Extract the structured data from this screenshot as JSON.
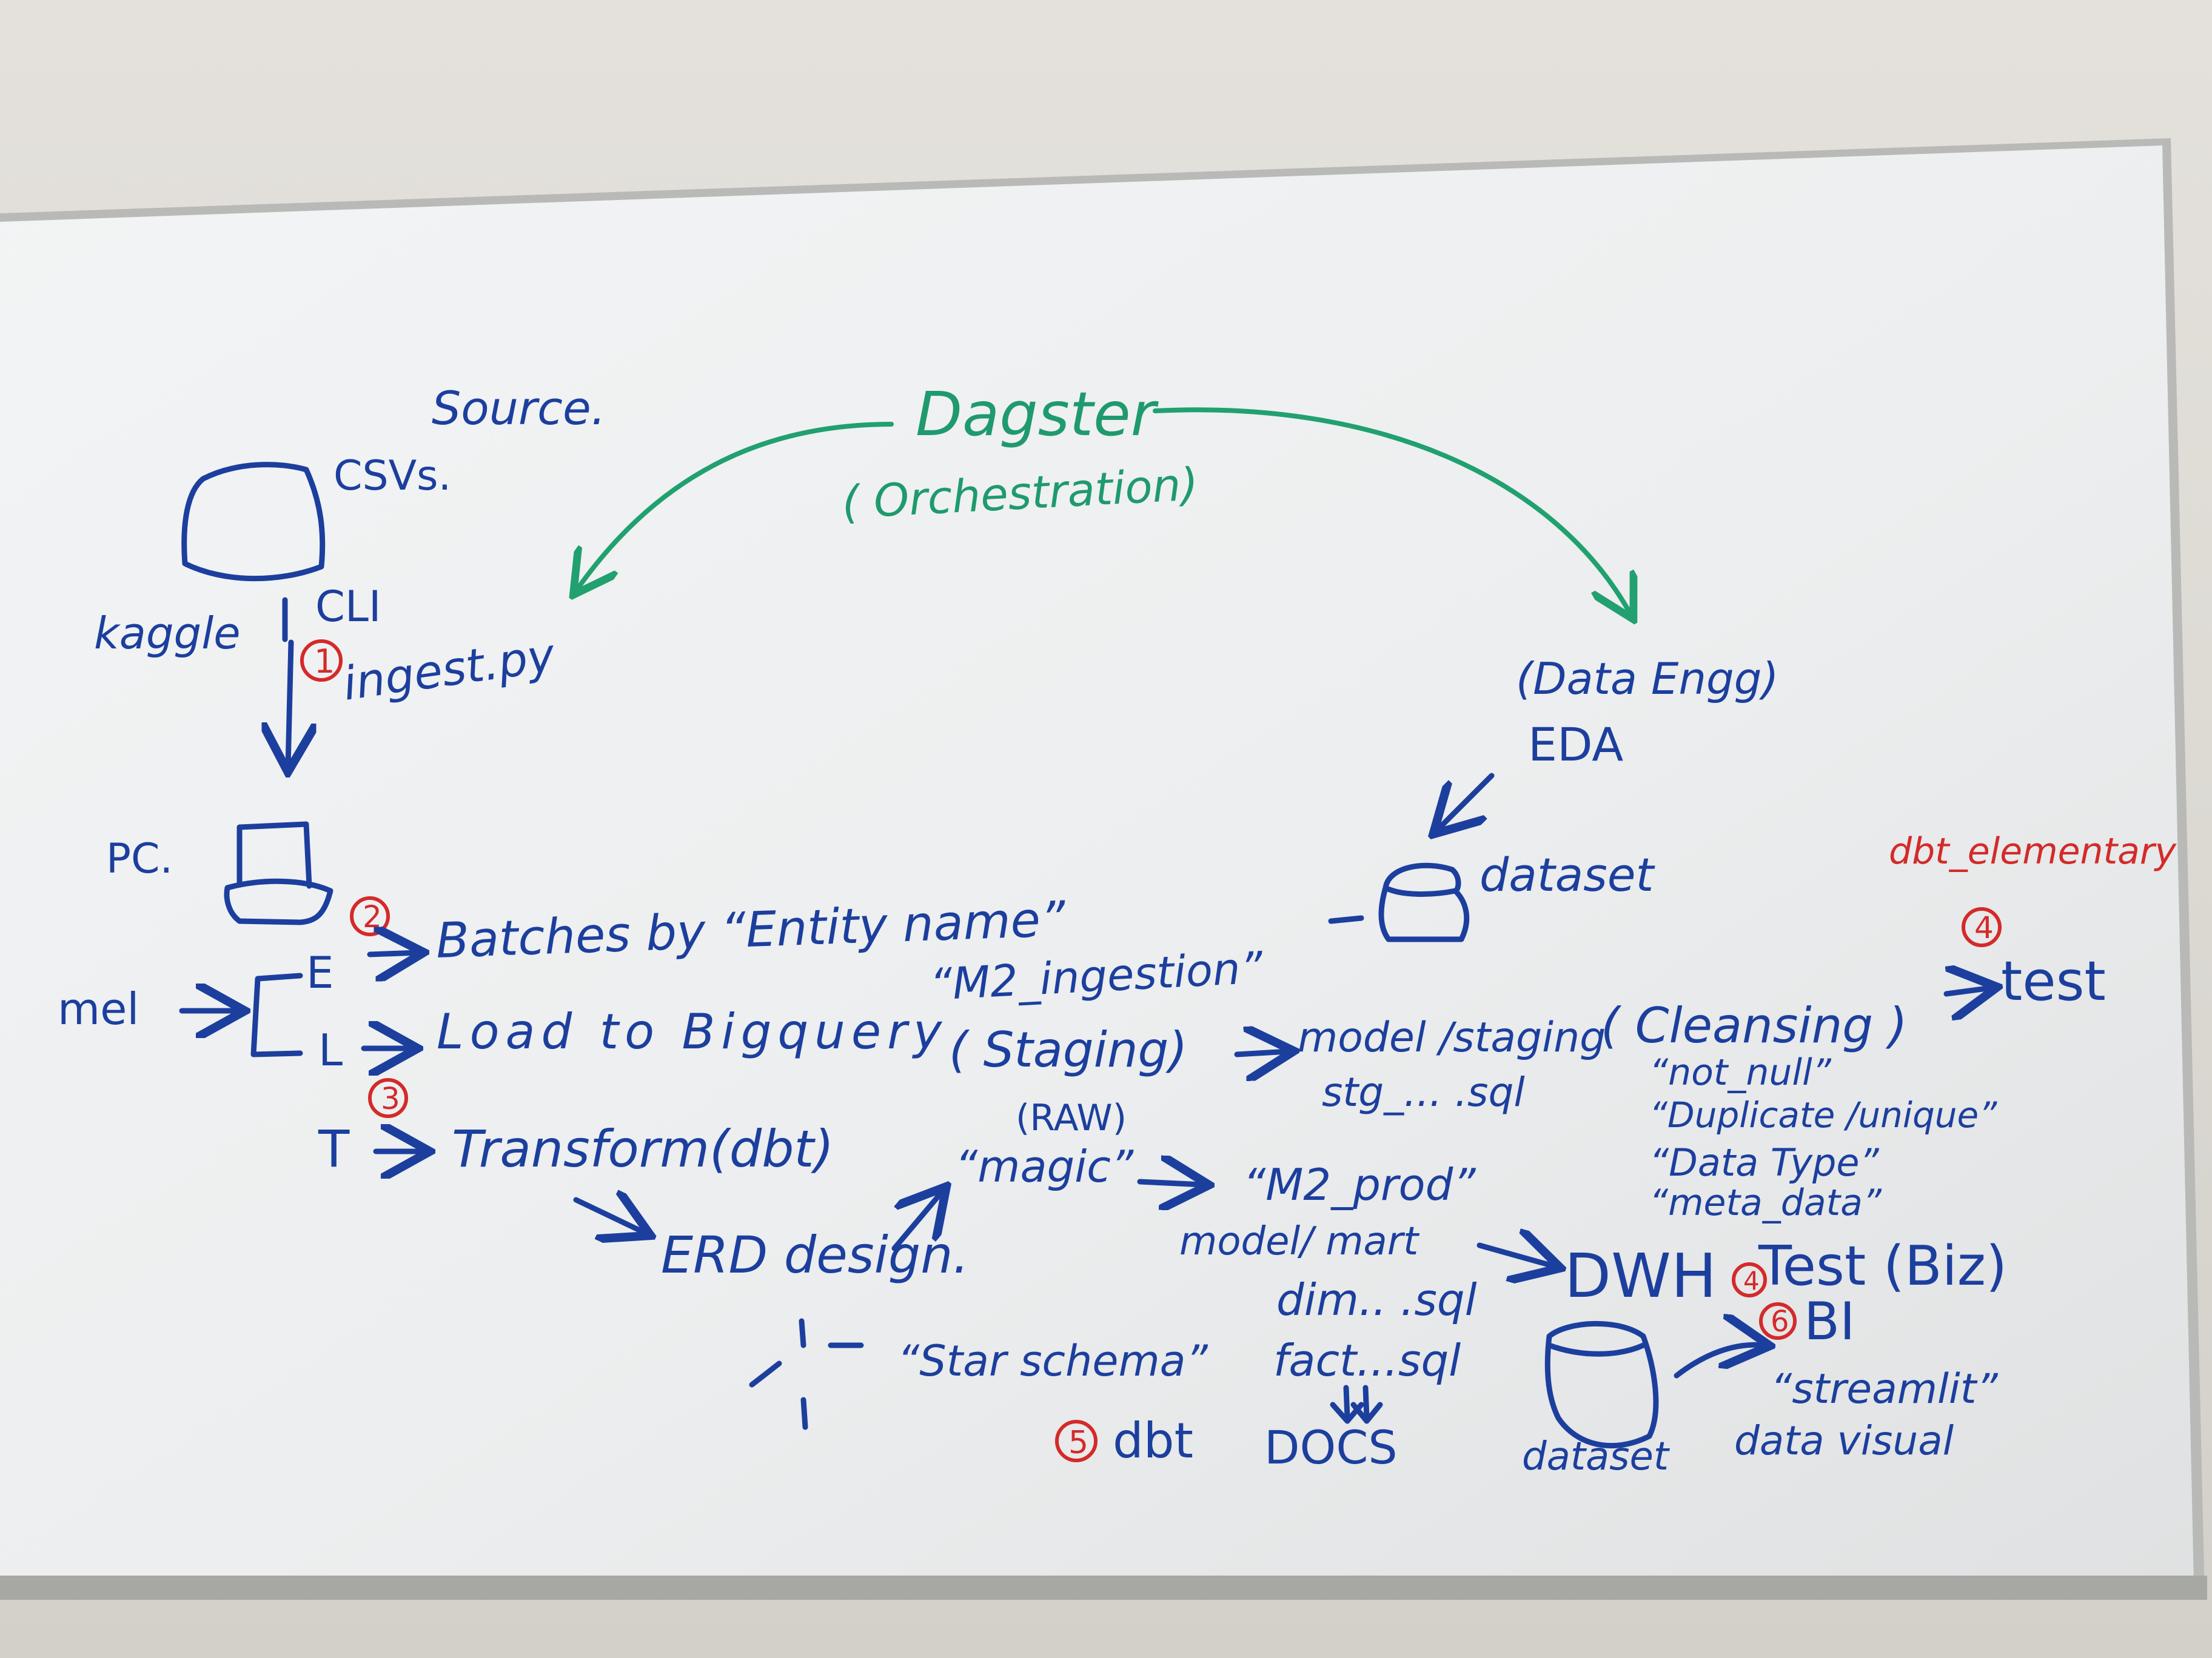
{
  "whiteboard": {
    "orchestration": {
      "title": "Dagster",
      "subtitle": "( Orchestration)"
    },
    "source": {
      "label": "Source.",
      "csvs": "CSVs.",
      "kaggle": "kaggle",
      "cli": "CLI",
      "ingest": "ingest.py",
      "step": "1"
    },
    "pc": {
      "label": "PC."
    },
    "elt": {
      "mel": "mel",
      "e": "E",
      "e_text": "Batches by “Entity name”",
      "l": "L",
      "l_text": "Load to Bigquery",
      "t": "T",
      "t_text": "Transform(dbt)",
      "step_e": "2",
      "step_t": "3"
    },
    "erd": {
      "label": "ERD design.",
      "star": "“Star schema”"
    },
    "staging": {
      "ingestion": "“M2_ingestion”",
      "staging": "( Staging)",
      "raw": "(RAW)",
      "model": "model /staging",
      "stg": "stg_... .sql",
      "magic": "“magic”",
      "prod": "“M2_prod”",
      "mart": "model/ mart",
      "dim": "dim.. .sql",
      "fact": "fact...sql"
    },
    "eda": {
      "dataeng": "(Data Engg)",
      "eda": "EDA",
      "dataset": "dataset"
    },
    "cleansing": {
      "label": "( Cleansing )",
      "items": [
        "“not_null”",
        "“Duplicate /unique”",
        "“Data Type”",
        "“meta_data”"
      ]
    },
    "test": {
      "elementary": "dbt_elementary",
      "step": "4",
      "label": "test"
    },
    "dwh": {
      "label": "DWH",
      "test_biz": "Test (Biz)",
      "step_test": "4",
      "dataset": "dataset"
    },
    "bi": {
      "step": "6",
      "label": "BI",
      "streamlit": "“streamlit”",
      "visual": "data visual"
    },
    "docs": {
      "step": "5",
      "dbt": "dbt",
      "docs": "DOCS"
    }
  }
}
